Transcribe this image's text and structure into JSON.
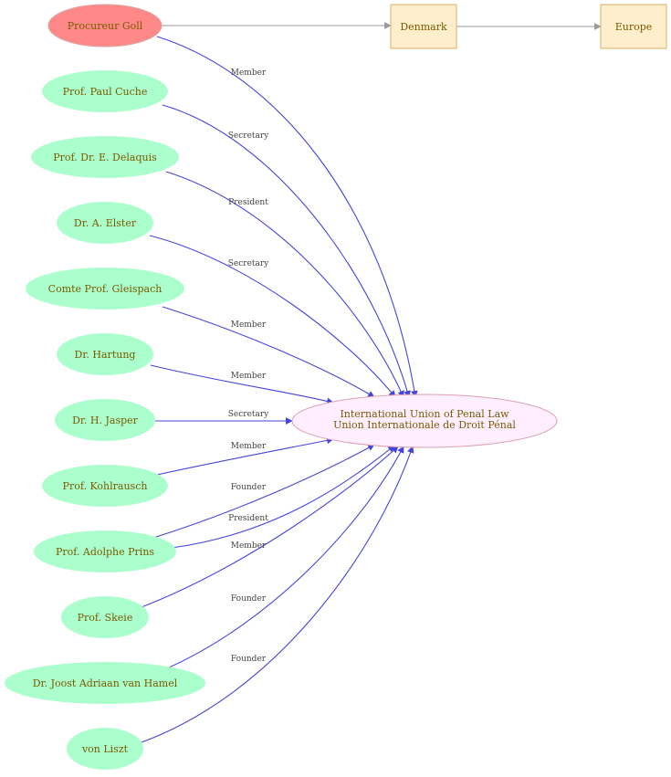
{
  "colors": {
    "person_fill": "#aaffcc",
    "goll_fill": "#ff8888",
    "goll_stroke": "#e0a0a0",
    "org_fill": "#ffeeff",
    "org_stroke": "#e0a0b0",
    "place_fill": "#ffeecc",
    "place_stroke": "#d8b060",
    "edge_blue": "#4444dd",
    "edge_gray": "#999999",
    "text": "#7a5a00"
  },
  "organization": {
    "id": "org",
    "lines": [
      "International Union of Penal Law",
      "Union Internationale de Droit Pénal"
    ]
  },
  "places": [
    {
      "id": "denmark",
      "label": "Denmark"
    },
    {
      "id": "europe",
      "label": "Europe"
    }
  ],
  "people": [
    {
      "id": "goll",
      "label": "Procureur Goll",
      "role": "Member",
      "special": true
    },
    {
      "id": "cuche",
      "label": "Prof. Paul Cuche",
      "role": "Secretary"
    },
    {
      "id": "delaquis",
      "label": "Prof. Dr. E. Delaquis",
      "role": "President"
    },
    {
      "id": "elster",
      "label": "Dr. A. Elster",
      "role": "Secretary"
    },
    {
      "id": "gleispach",
      "label": "Comte Prof. Gleispach",
      "role": "Member"
    },
    {
      "id": "hartung",
      "label": "Dr. Hartung",
      "role": "Member"
    },
    {
      "id": "jasper",
      "label": "Dr. H. Jasper",
      "role": "Secretary"
    },
    {
      "id": "kohlrausch",
      "label": "Prof. Kohlrausch",
      "role": "Member"
    },
    {
      "id": "prins",
      "label": "Prof. Adolphe Prins",
      "role": "Founder",
      "role2": "President"
    },
    {
      "id": "skeie",
      "label": "Prof. Skeie",
      "role": "Member"
    },
    {
      "id": "vanhamel",
      "label": "Dr.  Joost Adriaan van Hamel",
      "role": "Founder"
    },
    {
      "id": "liszt",
      "label": "von Liszt",
      "role": "Founder"
    }
  ],
  "place_edges": [
    {
      "from": "goll",
      "to": "denmark"
    },
    {
      "from": "denmark",
      "to": "europe"
    }
  ]
}
